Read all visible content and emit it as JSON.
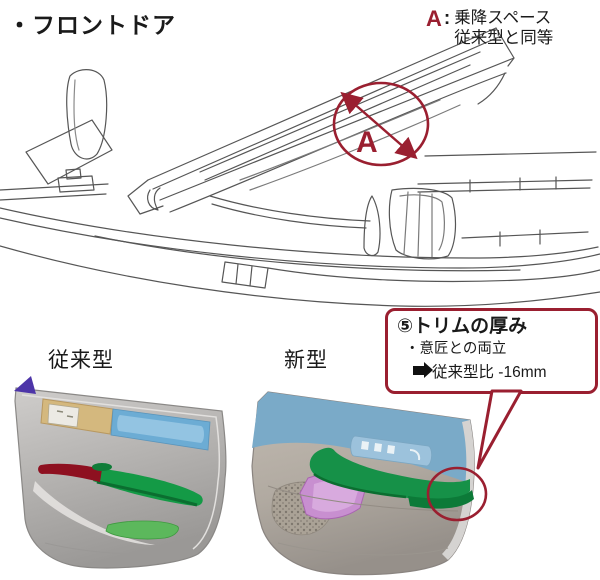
{
  "page": {
    "background": "#ffffff"
  },
  "header": {
    "title": "・フロントドア"
  },
  "annotation_a": {
    "letter": "A",
    "separator": ":",
    "line1": "乗降スペース",
    "line2": "従来型と同等",
    "accent_color": "#9a1f30"
  },
  "diagram": {
    "dimension_label": "A",
    "accent_color": "#9a1f30",
    "line_color": "#565656",
    "description": "front-door-open-cross-section-wireframe"
  },
  "comparison": {
    "old_label": "従来型",
    "new_label": "新型"
  },
  "callout": {
    "title": "⑤トリムの厚み",
    "line1": "・意匠との両立",
    "arrow_icon": "arrow-right",
    "line2": "従来型比 -16mm",
    "border_color": "#9a1f30"
  },
  "palette": {
    "accent_red": "#9a1f30",
    "door_gray": "#b6b4b2",
    "blue_band": "#6fadd2",
    "blue_upper": "#7aaac8",
    "green_armrest": "#159548",
    "dark_red_armrest": "#8e1020",
    "tan_panel": "#d4b87e",
    "purple_corner": "#4d35a8",
    "pink_pocket": "#c88fd0",
    "light_green_patch": "#5cb85c"
  }
}
